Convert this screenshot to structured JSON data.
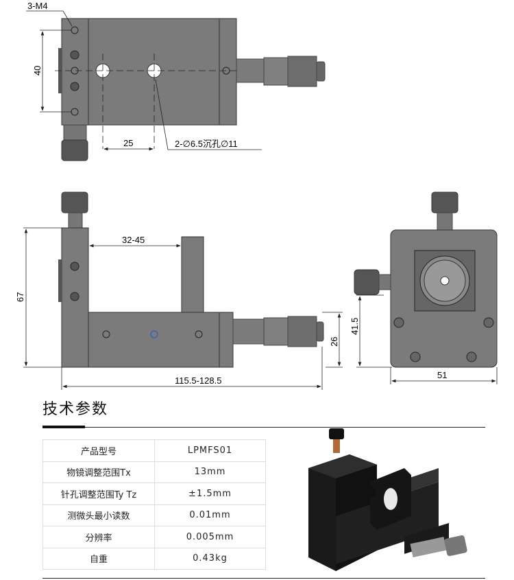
{
  "drawings": {
    "top_view": {
      "label_thread": "3-M4",
      "dim_vertical": "40",
      "dim_horizontal": "25",
      "label_holes": "2-∅6.5沉孔∅11"
    },
    "side_view": {
      "dim_height": "67",
      "dim_gap": "32-45",
      "dim_base_height": "26",
      "dim_length": "115.5-128.5"
    },
    "front_view": {
      "dim_height": "41.5",
      "dim_width": "51"
    }
  },
  "specs": {
    "heading": "技术参数",
    "rows": [
      {
        "label": "产品型号",
        "value": "LPMFS01"
      },
      {
        "label": "物镜调整范围Tx",
        "value": "13mm"
      },
      {
        "label": "针孔调整范围Ty Tz",
        "value": "±1.5mm"
      },
      {
        "label": "测微头最小读数",
        "value": "0.01mm"
      },
      {
        "label": "分辨率",
        "value": "0.005mm"
      },
      {
        "label": "自重",
        "value": "0.43kg"
      }
    ]
  },
  "colors": {
    "body": "#7b7b7b",
    "dark": "#555555",
    "line": "#222222"
  }
}
